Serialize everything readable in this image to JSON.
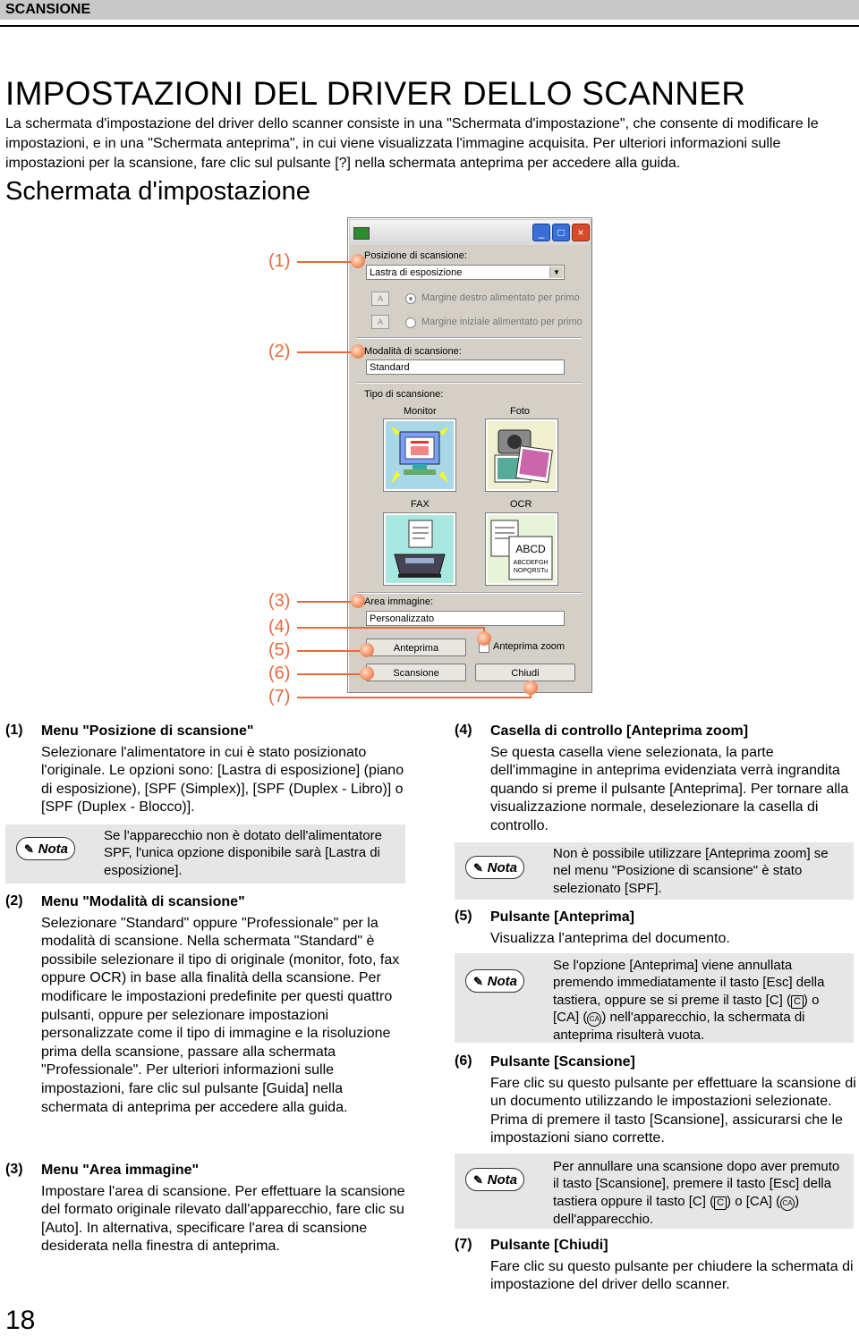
{
  "header": {
    "section": "SCANSIONE"
  },
  "title": "IMPOSTAZIONI DEL DRIVER DELLO SCANNER",
  "intro": "La schermata d'impostazione del driver dello scanner consiste in una \"Schermata d'impostazione\", che consente di modificare le impostazioni, e in una \"Schermata anteprima\", in cui viene visualizzata l'immagine acquisita. Per ulteriori informazioni sulle impostazioni per la scansione, fare clic sul pulsante [?] nella schermata anteprima per accedere alla guida.",
  "subtitle": "Schermata d'impostazione",
  "callouts": [
    "(1)",
    "(2)",
    "(3)",
    "(4)",
    "(5)",
    "(6)",
    "(7)"
  ],
  "dialog": {
    "pos_label": "Posizione di scansione:",
    "pos_value": "Lastra di esposizione",
    "margin1": "Margine destro alimentato per primo",
    "margin2": "Margine iniziale alimentato per primo",
    "mode_label": "Modalità di scansione:",
    "mode_value": "Standard",
    "type_label": "Tipo di scansione:",
    "types": [
      "Monitor",
      "Foto",
      "FAX",
      "OCR"
    ],
    "ocr_sample": [
      "ABCD",
      "ABCDEFGH",
      "NOPQRSTu"
    ],
    "area_label": "Area immagine:",
    "area_value": "Personalizzato",
    "preview_button": "Anteprima",
    "zoom_checkbox": "Anteprima zoom",
    "scan_button": "Scansione",
    "close_button": "Chiudi"
  },
  "left_items": [
    {
      "num": "(1)",
      "title": "Menu \"Posizione di scansione\"",
      "body": "Selezionare l'alimentatore in cui è stato posizionato l'originale. Le opzioni sono: [Lastra di esposizione] (piano di esposizione), [SPF (Simplex)], [SPF (Duplex - Libro)] o [SPF (Duplex - Blocco)]."
    },
    {
      "num": "(2)",
      "title": "Menu \"Modalità di scansione\"",
      "body": "Selezionare \"Standard\" oppure \"Professionale\" per la modalità di scansione. Nella schermata \"Standard\" è possibile selezionare il tipo di originale (monitor, foto, fax oppure OCR) in base alla finalità della scansione. Per modificare le impostazioni predefinite per questi quattro pulsanti, oppure per selezionare impostazioni personalizzate come il tipo di immagine e la risoluzione prima della scansione, passare alla schermata \"Professionale\". Per ulteriori informazioni sulle impostazioni, fare clic sul pulsante [Guida] nella schermata di anteprima per accedere alla guida."
    },
    {
      "num": "(3)",
      "title": "Menu \"Area immagine\"",
      "body": "Impostare l'area di scansione. Per effettuare la scansione del formato originale rilevato dall'apparecchio, fare clic su [Auto]. In alternativa, specificare l'area di scansione desiderata nella finestra di anteprima."
    }
  ],
  "right_items": [
    {
      "num": "(4)",
      "title": "Casella di controllo [Anteprima zoom]",
      "body": "Se questa casella viene selezionata, la parte dell'immagine in anteprima evidenziata verrà ingrandita quando si preme il pulsante [Anteprima]. Per tornare alla visualizzazione normale, deselezionare la casella di controllo."
    },
    {
      "num": "(5)",
      "title": "Pulsante [Anteprima]",
      "body": "Visualizza l'anteprima del documento."
    },
    {
      "num": "(6)",
      "title": "Pulsante [Scansione]",
      "body": "Fare clic su questo pulsante per effettuare la scansione di un documento utilizzando le impostazioni selezionate. Prima di premere il tasto [Scansione], assicurarsi che le impostazioni siano corrette."
    },
    {
      "num": "(7)",
      "title": "Pulsante [Chiudi]",
      "body": "Fare clic su questo pulsante per chiudere la schermata di impostazione del driver dello scanner."
    }
  ],
  "notes": {
    "label": "Nota",
    "note1": "Se l'apparecchio non è dotato dell'alimentatore SPF, l'unica opzione disponibile sarà [Lastra di esposizione].",
    "note2": "Non è possibile utilizzare [Anteprima zoom] se nel menu \"Posizione di scansione\" è stato selezionato [SPF].",
    "note3a": "Se l'opzione [Anteprima] viene annullata premendo immediatamente il tasto [Esc] della tastiera, oppure se si preme il tasto [C]",
    "note3b": "o [CA]",
    "note3c": "nell'apparecchio, la schermata di anteprima risulterà vuota.",
    "note4a": "Per annullare una scansione dopo aver premuto il tasto [Scansione], premere il tasto [Esc] della tastiera oppure il tasto [C]",
    "note4b": "o [CA]",
    "note4c": "dell'apparecchio.",
    "key_c": "C",
    "key_ca": "CA"
  },
  "page_number": "18"
}
